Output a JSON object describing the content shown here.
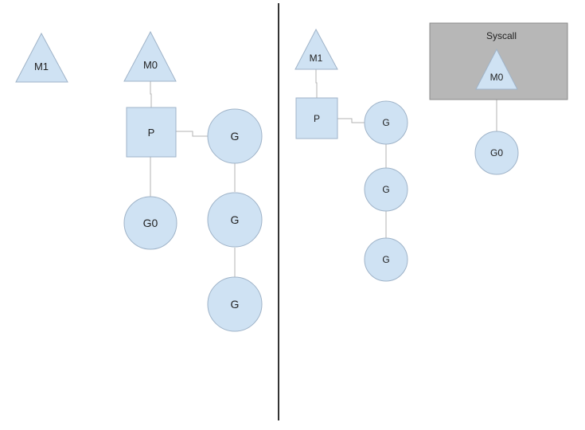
{
  "colors": {
    "node_fill": "#cfe2f3",
    "node_stroke": "#9fb3c8",
    "connector": "#b3b3b3",
    "divider": "#333333",
    "syscall_box": "#b7b7b7"
  },
  "left": {
    "m1": "M1",
    "m0": "M0",
    "p": "P",
    "g0": "G0",
    "g_queue": [
      "G",
      "G",
      "G"
    ]
  },
  "right": {
    "m1": "M1",
    "p": "P",
    "g_queue": [
      "G",
      "G",
      "G"
    ],
    "syscall": {
      "title": "Syscall",
      "m0": "M0",
      "g0": "G0"
    }
  }
}
